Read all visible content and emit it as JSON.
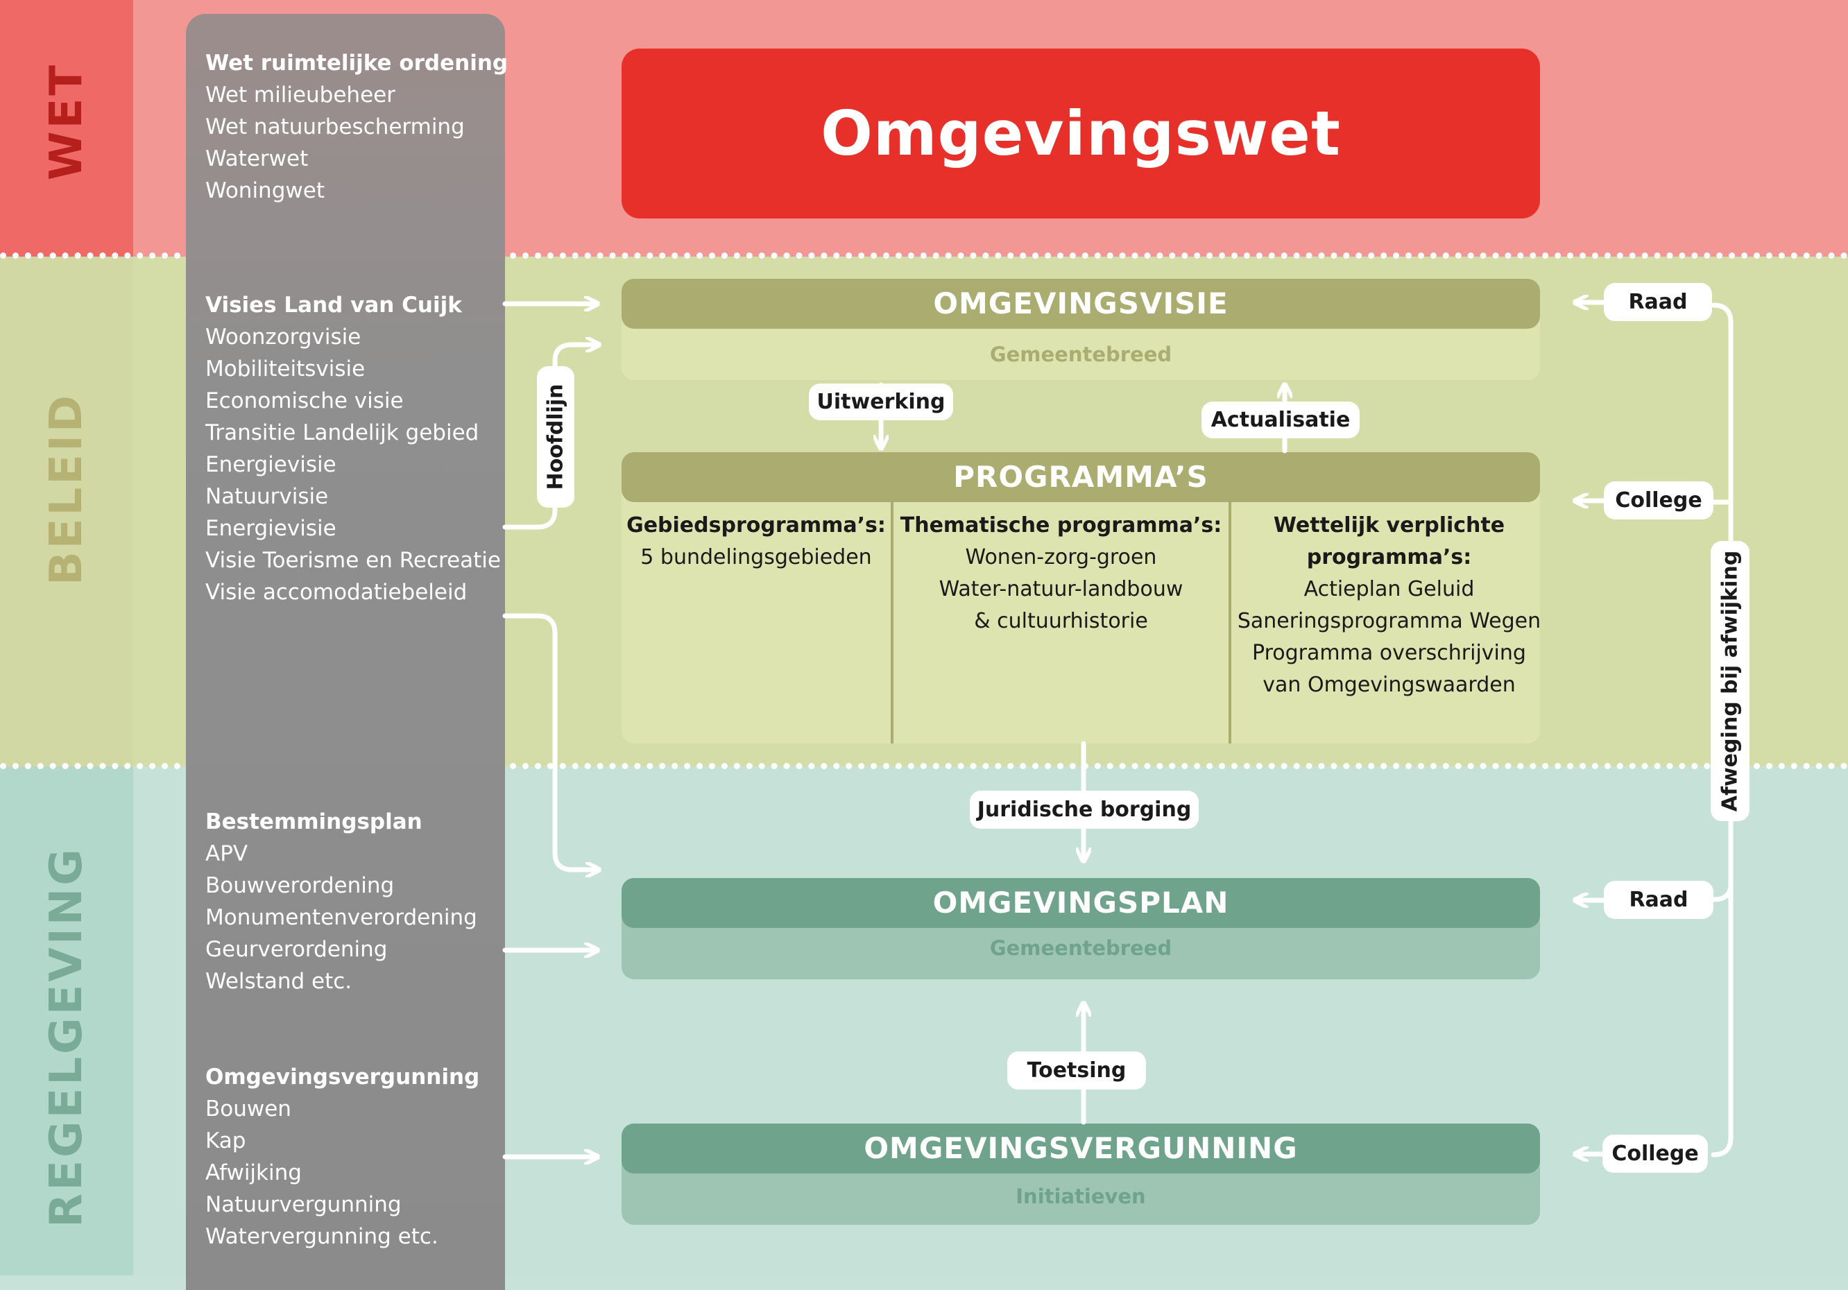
{
  "sections": {
    "wet": "WET",
    "beleid": "BELEID",
    "regelgeving": "REGELGEVING"
  },
  "wet_list": {
    "heading": "Wet ruimtelijke ordening",
    "items": [
      "Wet milieubeheer",
      "Wet natuurbescherming",
      "Waterwet",
      "Woningwet"
    ]
  },
  "beleid_list": {
    "heading": "Visies Land van Cuijk",
    "items": [
      "Woonzorgvisie",
      "Mobiliteitsvisie",
      "Economische visie",
      "Transitie Landelijk gebied",
      "Energievisie",
      "Natuurvisie",
      "Energievisie",
      "Visie Toerisme en Recreatie",
      "Visie accomodatiebeleid"
    ]
  },
  "bestemming_list": {
    "heading": "Bestemmingsplan",
    "items": [
      "APV",
      "Bouwverordening",
      "Monumentenverordening",
      "Geurverordening",
      "Welstand etc."
    ]
  },
  "vergunning_list": {
    "heading": "Omgevingsvergunning",
    "items": [
      "Bouwen",
      "Kap",
      "Afwijking",
      "Natuurvergunning",
      "Watervergunning etc."
    ]
  },
  "omgevingswet": "Omgevingswet",
  "visie": {
    "title": "OMGEVINGSVISIE",
    "sub": "Gemeentebreed"
  },
  "programmas": {
    "title": "PROGRAMMA’S",
    "gebied": {
      "heading": "Gebiedsprogramma’s:",
      "lines": [
        "5 bundelingsgebieden"
      ]
    },
    "thema": {
      "heading": "Thematische programma’s:",
      "lines": [
        "Wonen-zorg-groen",
        "Water-natuur-landbouw",
        "& cultuurhistorie"
      ]
    },
    "wettelijk": {
      "heading_lines": [
        "Wettelijk verplichte",
        "programma’s:"
      ],
      "lines": [
        "Actieplan Geluid",
        "Saneringsprogramma Wegen",
        "Programma overschrijving",
        "van Omgevingswaarden"
      ]
    }
  },
  "plan": {
    "title": "OMGEVINGSPLAN",
    "sub": "Gemeentebreed"
  },
  "vergunning": {
    "title": "OMGEVINGSVERGUNNING",
    "sub": "Initiatieven"
  },
  "labels": {
    "uitwerking": "Uitwerking",
    "actualisatie": "Actualisatie",
    "juridische": "Juridische borging",
    "toetsing": "Toetsing",
    "hoofdlijn": "Hoofdlijn",
    "afweging": "Afweging bij afwijking",
    "raad1": "Raad",
    "college1": "College",
    "raad2": "Raad",
    "college2": "College"
  },
  "colors": {
    "wet_red": "#e8302b",
    "wet_label_text": "#b51f1c",
    "beleid_label_text": "#b5b273",
    "regel_label_text": "#7aab98",
    "olive": "#aaad6f",
    "olive_light": "#dde4b0",
    "green": "#6fa38c",
    "green_light": "#9ec5b4"
  }
}
